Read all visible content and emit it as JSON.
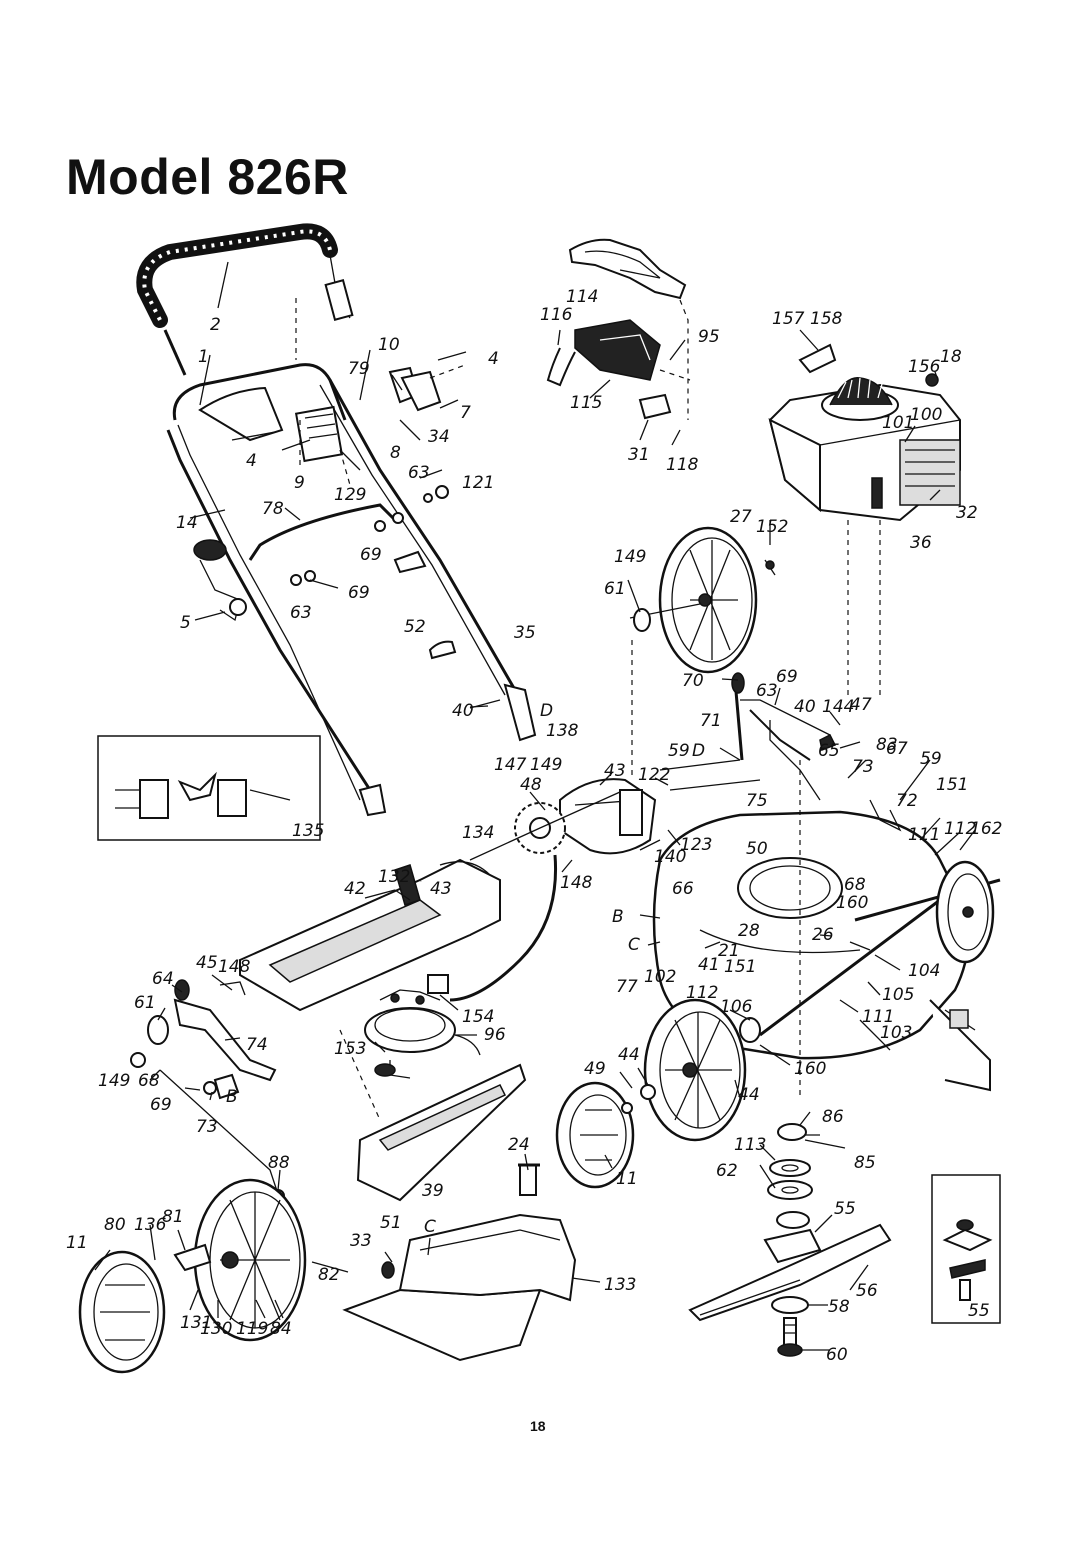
{
  "page": {
    "title": "Model 826R",
    "page_number": "18"
  },
  "callouts": [
    "2",
    "1",
    "10",
    "79",
    "4",
    "7",
    "8",
    "34",
    "4",
    "9",
    "129",
    "63",
    "121",
    "78",
    "14",
    "69",
    "69",
    "63",
    "5",
    "52",
    "35",
    "40",
    "D",
    "135",
    "114",
    "116",
    "95",
    "115",
    "31",
    "118",
    "157",
    "158",
    "156",
    "18",
    "101",
    "100",
    "32",
    "36",
    "27",
    "152",
    "149",
    "61",
    "70",
    "63",
    "69",
    "40",
    "144",
    "47",
    "83",
    "71",
    "59",
    "D",
    "65",
    "73",
    "67",
    "59",
    "72",
    "151",
    "111",
    "112",
    "162",
    "138",
    "147",
    "149",
    "43",
    "122",
    "48",
    "75",
    "134",
    "123",
    "50",
    "140",
    "148",
    "132",
    "42",
    "43",
    "66",
    "68",
    "160",
    "B",
    "28",
    "26",
    "C",
    "21",
    "41",
    "151",
    "104",
    "77",
    "102",
    "105",
    "112",
    "106",
    "111",
    "103",
    "45",
    "148",
    "64",
    "61",
    "154",
    "96",
    "153",
    "74",
    "149",
    "68",
    "B",
    "69",
    "73",
    "160",
    "49",
    "44",
    "44",
    "86",
    "88",
    "24",
    "113",
    "85",
    "11",
    "62",
    "55",
    "39",
    "81",
    "80",
    "136",
    "51",
    "C",
    "11",
    "33",
    "82",
    "133",
    "56",
    "131",
    "130",
    "119",
    "84",
    "58",
    "60",
    "55"
  ]
}
